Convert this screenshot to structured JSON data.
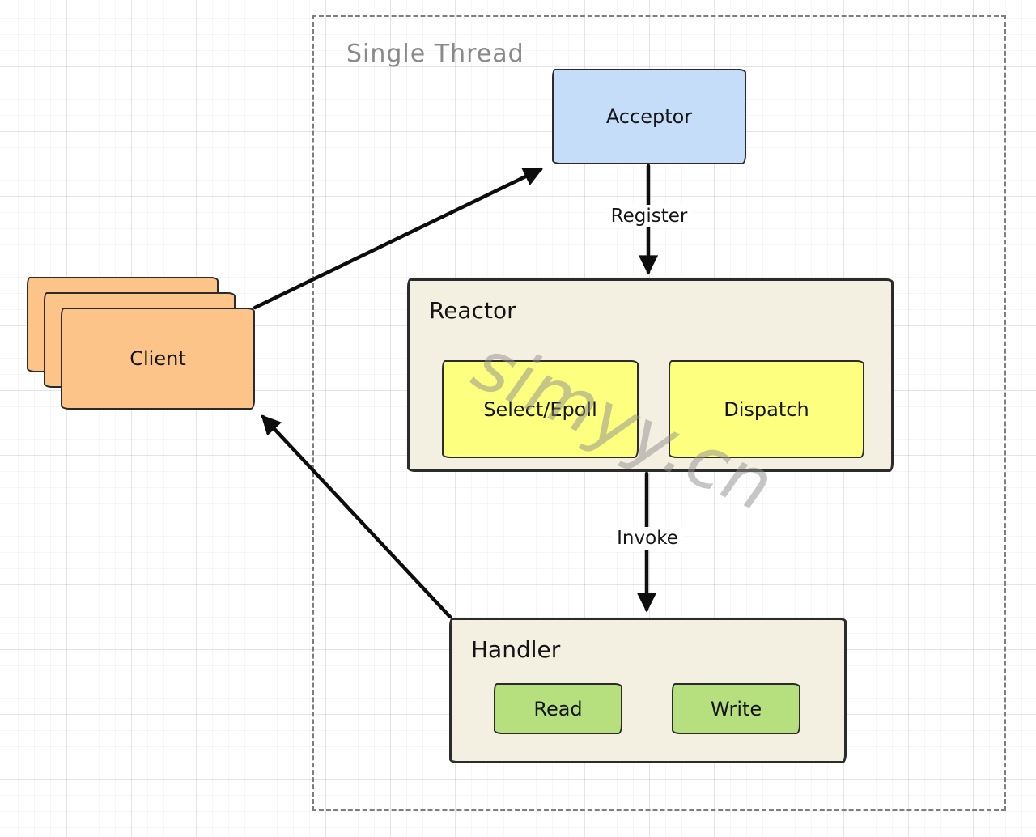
{
  "frame": {
    "label": "Single Thread"
  },
  "nodes": {
    "acceptor": {
      "label": "Acceptor"
    },
    "reactor": {
      "title": "Reactor",
      "children": [
        {
          "label": "Select/Epoll"
        },
        {
          "label": "Dispatch"
        }
      ]
    },
    "handler": {
      "title": "Handler",
      "children": [
        {
          "label": "Read"
        },
        {
          "label": "Write"
        }
      ]
    },
    "client": {
      "label": "Client"
    }
  },
  "edges": {
    "register": {
      "label": "Register",
      "from": "Acceptor",
      "to": "Reactor"
    },
    "invoke": {
      "label": "Invoke",
      "from": "Reactor",
      "to": "Handler"
    },
    "client_to_acceptor": {
      "from": "Client",
      "to": "Acceptor"
    },
    "handler_to_client": {
      "from": "Handler",
      "to": "Client"
    }
  },
  "watermark": {
    "text": "simyy.cn"
  },
  "colors": {
    "acceptor_fill": "#c5ddf8",
    "panel_fill": "#f4f0e1",
    "yellow_fill": "#fdff7e",
    "green_fill": "#b6e07e",
    "client_fill": "#fcc489",
    "border_dark": "#2b2b2b",
    "frame_gray": "#7e7e7e",
    "frame_label_gray": "#8a8a8a",
    "arrow_black": "#0d0d0d",
    "text_dark": "#141414",
    "watermark_gray": "#8f8f8f"
  }
}
